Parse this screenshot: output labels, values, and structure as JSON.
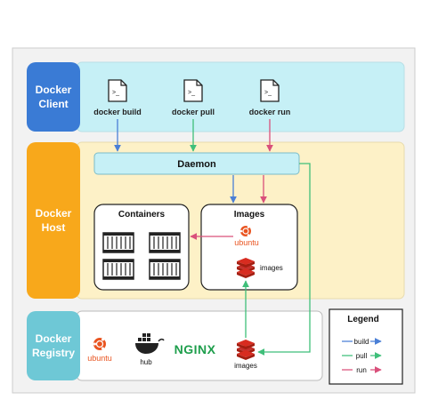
{
  "sections": {
    "client": {
      "label_line1": "Docker",
      "label_line2": "Client"
    },
    "host": {
      "label_line1": "Docker",
      "label_line2": "Host"
    },
    "registry": {
      "label_line1": "Docker",
      "label_line2": "Registry"
    }
  },
  "commands": {
    "build": "docker build",
    "pull": "docker pull",
    "run": "docker run"
  },
  "daemon": {
    "label": "Daemon"
  },
  "containers": {
    "title": "Containers"
  },
  "images": {
    "title": "Images",
    "ubuntu_label": "ubuntu",
    "redis_label": "images"
  },
  "registry_items": {
    "ubuntu_label": "ubuntu",
    "hub_label": "hub",
    "nginx_label": "NGINX",
    "redis_label": "images"
  },
  "legend": {
    "title": "Legend",
    "items": [
      {
        "label": "build",
        "color": "#4a7fd6"
      },
      {
        "label": "pull",
        "color": "#3fbf7a"
      },
      {
        "label": "run",
        "color": "#d9507b"
      }
    ]
  },
  "colors": {
    "build": "#4a7fd6",
    "pull": "#3fbf7a",
    "run": "#d9507b",
    "client_label_bg": "#3a7bd5",
    "host_label_bg": "#f8a81b",
    "registry_label_bg": "#6ec8d6"
  }
}
